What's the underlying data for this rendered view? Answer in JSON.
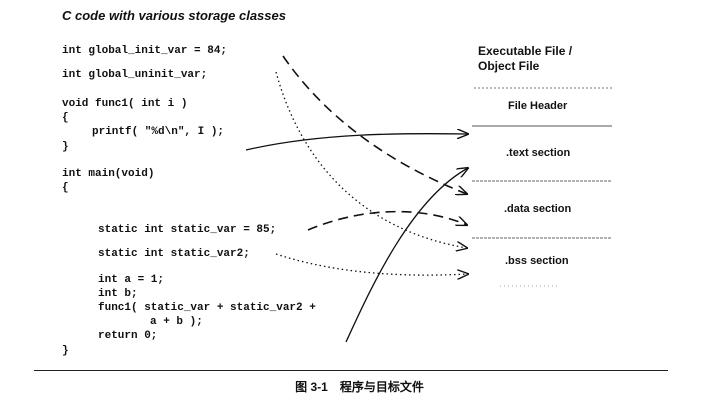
{
  "title": "C code with various storage classes",
  "code": {
    "global_init": "int global_init_var = 84;",
    "global_uninit": "int global_uninit_var;",
    "func1_decl": "void func1( int i )",
    "func1_open": "{",
    "func1_printf": "printf( \"%d\\n\", I );",
    "func1_close": "}",
    "main_decl": "int main(void)",
    "main_open": "{",
    "static_var": "static int static_var = 85;",
    "static_var2": "static int static_var2;",
    "int_a": "int a = 1;",
    "int_b": "int b;",
    "func1_call_1": "func1( static_var + static_var2 +",
    "func1_call_2": "a + b );",
    "return": "return 0;",
    "main_close": "}"
  },
  "executable": {
    "title_line1": "Executable File /",
    "title_line2": "Object File",
    "sections": [
      ".text section",
      ".data section",
      ".bss section"
    ],
    "header": "File Header"
  },
  "caption": "图 3-1　程序与目标文件"
}
